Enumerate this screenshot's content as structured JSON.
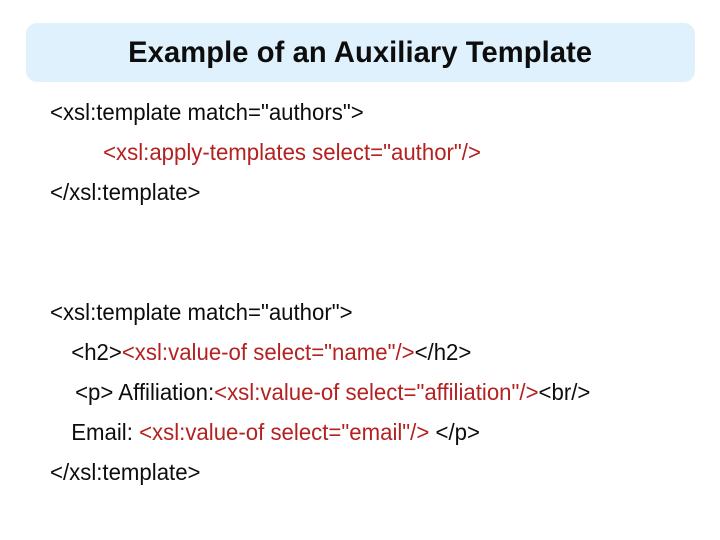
{
  "slide": {
    "title": "Example of an Auxiliary Template",
    "title_banner_color": "#DFF1FC",
    "text_color": "#0D0D0D",
    "accent_color": "#B42121",
    "background_color": "#FFFFFF"
  },
  "code": {
    "language": "xslt",
    "lines": [
      {
        "indent": 0,
        "segments": [
          {
            "text": "<xsl:template match=\"authors\">",
            "color": "black"
          }
        ]
      },
      {
        "indent": 55,
        "segments": [
          {
            "text": "<xsl:apply-templates select=\"author\"/>",
            "color": "red"
          }
        ]
      },
      {
        "indent": 0,
        "segments": [
          {
            "text": "</xsl:template>",
            "color": "black"
          }
        ]
      },
      {
        "indent": 0,
        "segments": []
      },
      {
        "indent": 0,
        "segments": []
      },
      {
        "indent": 0,
        "segments": [
          {
            "text": "<xsl:template match=\"author\">",
            "color": "black"
          }
        ]
      },
      {
        "indent": 22,
        "segments": [
          {
            "text": "<h2>",
            "color": "black"
          },
          {
            "text": "<xsl:value-of select=\"name\"/>",
            "color": "red"
          },
          {
            "text": "</h2>",
            "color": "black"
          }
        ]
      },
      {
        "indent": 26,
        "segments": [
          {
            "text": "<p> Affiliation:",
            "color": "black"
          },
          {
            "text": "<xsl:value-of select=\"affiliation\"/>",
            "color": "red"
          },
          {
            "text": "<br/>",
            "color": "black"
          }
        ]
      },
      {
        "indent": 22,
        "segments": [
          {
            "text": "Email: ",
            "color": "black"
          },
          {
            "text": "<xsl:value-of select=\"email\"/>",
            "color": "red"
          },
          {
            "text": " </p>",
            "color": "black"
          }
        ]
      },
      {
        "indent": 0,
        "segments": [
          {
            "text": "</xsl:template>",
            "color": "black"
          }
        ]
      }
    ]
  }
}
